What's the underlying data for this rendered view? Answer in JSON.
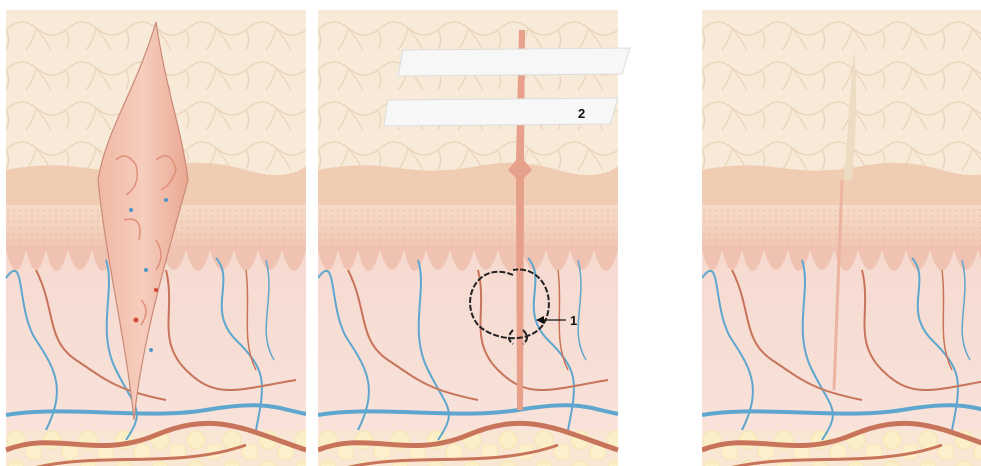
{
  "figure": {
    "panels": [
      {
        "id": "open-wound"
      },
      {
        "id": "closed-wound"
      },
      {
        "id": "healed-wound"
      }
    ],
    "callouts": {
      "suture": "1",
      "tape_strip": "2"
    }
  }
}
